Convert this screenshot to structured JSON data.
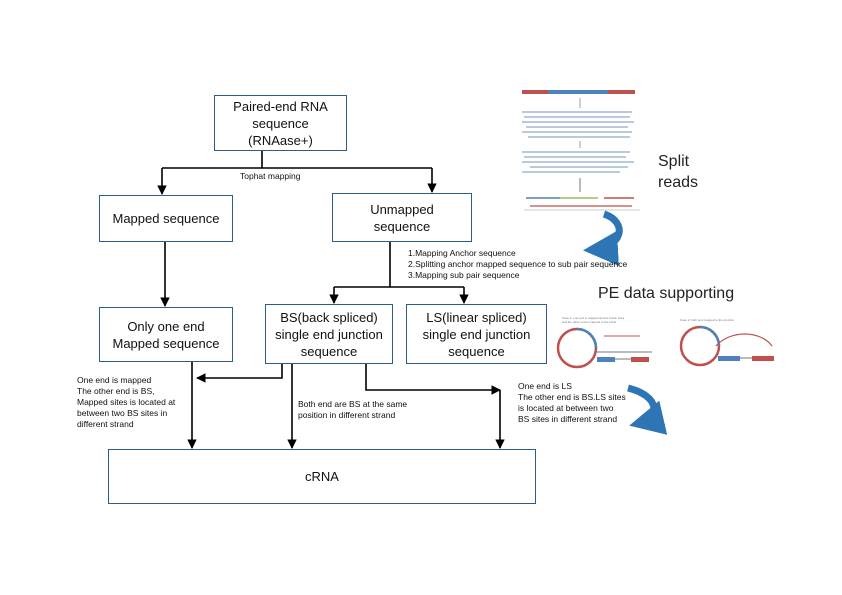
{
  "boxes": {
    "paired_end": "Paired-end RNA\nsequence (RNAase+)",
    "mapped": "Mapped sequence",
    "unmapped": "Unmapped\nsequence",
    "only_one_end": "Only one end\nMapped sequence",
    "bs": "BS(back spliced)\nsingle end junction\nsequence",
    "ls": "LS(linear spliced)\nsingle end junction\nsequence",
    "crna": "cRNA"
  },
  "labels": {
    "tophat": "Tophat mapping",
    "steps": "1.Mapping Anchor sequence\n2.Splitting anchor mapped sequence to sub pair sequence\n3.Mapping sub pair sequence",
    "one_end_mapped": "One end is mapped\nThe other end is BS,\nMapped sites is located at\nbetween two BS sites in\ndifferent strand",
    "both_end_bs": "Both end are BS at the same\nposition in different strand",
    "one_end_ls": "One end is LS\nThe other end is BS.LS sites\nis located at between two\nBS sites in different strand"
  },
  "side": {
    "split_reads": "Split\nreads",
    "pe_support": "PE data supporting",
    "case1_caption": "Case 1: one end is mapped across fusion sites\nand the other end is mapped in the circle",
    "case2_caption": "Case 2: both end mapped to the junction"
  },
  "colors": {
    "box_border": "#2e5c8a",
    "arrow": "#000000",
    "accent_blue": "#2e75b6",
    "read_red": "#c0504d",
    "read_blue": "#4f81bd"
  }
}
